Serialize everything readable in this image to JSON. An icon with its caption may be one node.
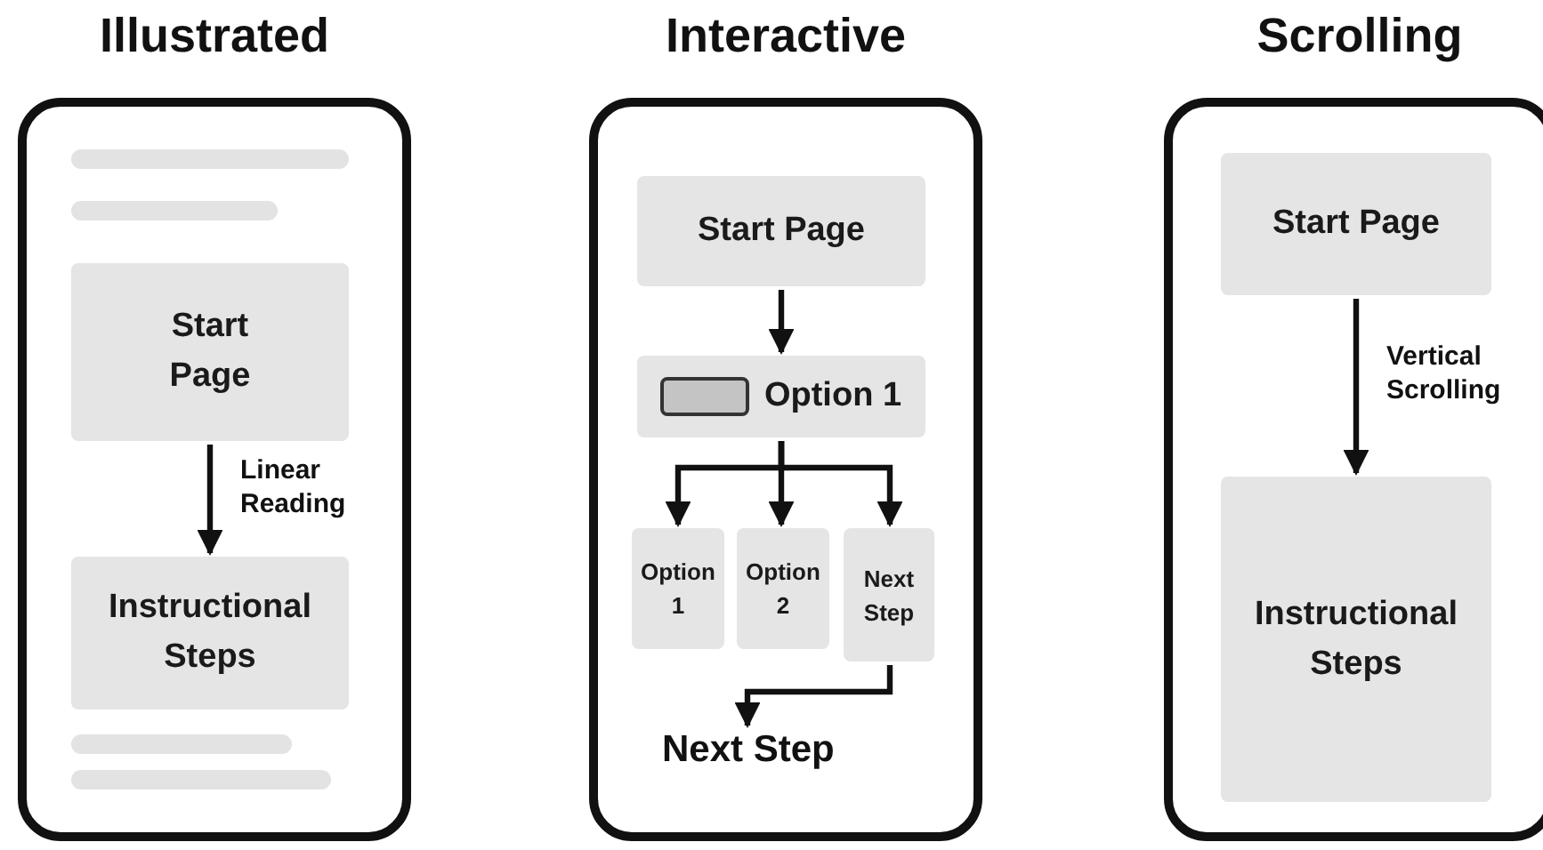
{
  "diagram": {
    "nodes": [
      {
        "text": [
          "Illustrated"
        ]
      },
      {
        "text": [
          "Start Page"
        ],
        "in": 0
      },
      {
        "text": [
          "Instructional Steps"
        ],
        "in": 0
      },
      {
        "text": [
          "Interactive"
        ]
      },
      {
        "text": [
          "Start Page"
        ],
        "in": 3
      },
      {
        "text": [
          "Option 1"
        ],
        "in": 3
      },
      {
        "text": [
          "Option 1"
        ],
        "in": 3
      },
      {
        "text": [
          "Option 2"
        ],
        "in": 3
      },
      {
        "text": [
          "Next Step"
        ],
        "in": 3
      },
      {
        "text": [
          "Next Step"
        ],
        "in": 3
      },
      {
        "text": [
          "Scrolling"
        ]
      },
      {
        "text": [
          "Start Page"
        ],
        "in": 10
      },
      {
        "text": [
          "Instructional Steps"
        ],
        "in": 10
      }
    ],
    "edges": [
      {
        "from": 1,
        "to": 2,
        "arrow": "to",
        "label": "Linear Reading"
      },
      {
        "from": 4,
        "to": 5,
        "arrow": "to"
      },
      {
        "from": 5,
        "to": 6,
        "arrow": "to"
      },
      {
        "from": 5,
        "to": 7,
        "arrow": "to"
      },
      {
        "from": 5,
        "to": 8,
        "arrow": "to"
      },
      {
        "from": 8,
        "to": 9,
        "arrow": "to"
      },
      {
        "from": 11,
        "to": 12,
        "arrow": "to",
        "label": "Vertical Scrolling"
      }
    ]
  }
}
